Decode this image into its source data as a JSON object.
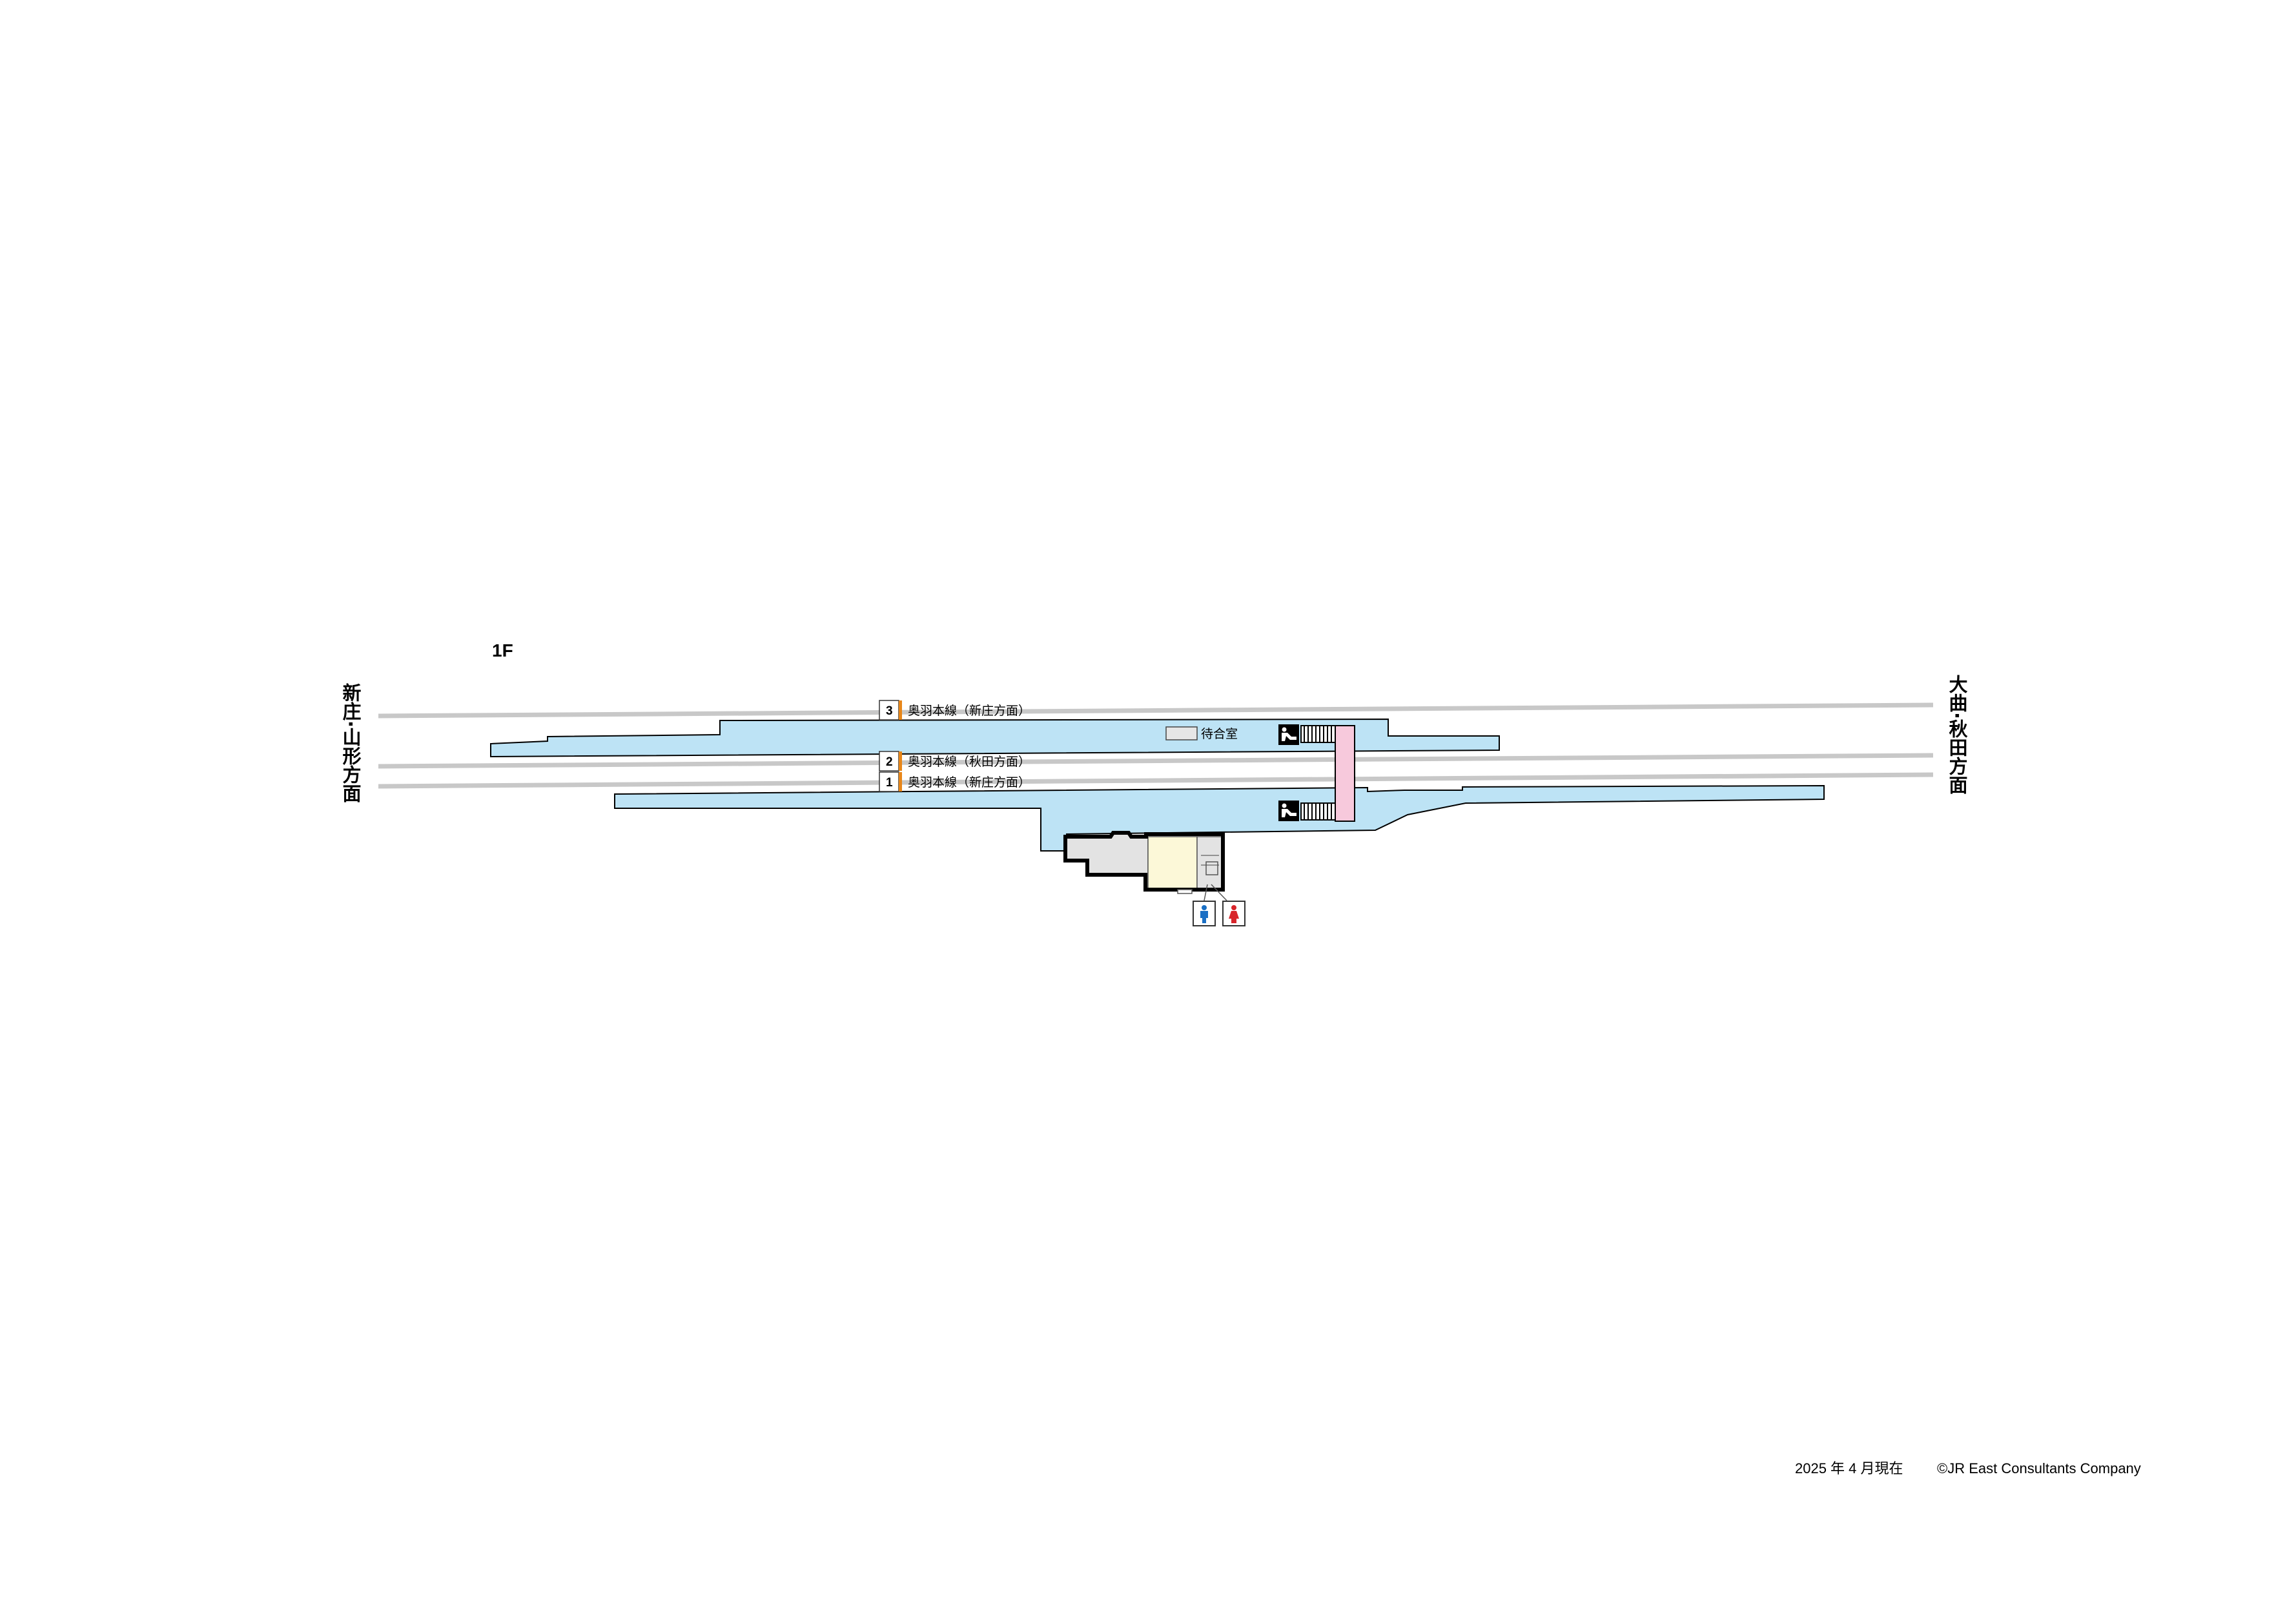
{
  "floor_label": "1F",
  "directions": {
    "left": "新庄·山形方面",
    "right": "大曲·秋田方面"
  },
  "platforms": [
    {
      "number": "3",
      "label": "奥羽本線（新庄方面）"
    },
    {
      "number": "2",
      "label": "奥羽本線（秋田方面）"
    },
    {
      "number": "1",
      "label": "奥羽本線（新庄方面）"
    }
  ],
  "facilities": {
    "waiting_room": "待合室",
    "escalator_icon": "escalator-icon",
    "restroom_men_icon": "restroom-men-icon",
    "restroom_women_icon": "restroom-women-icon"
  },
  "footer": {
    "date": "2025 年 4 月現在",
    "copyright": "©JR East Consultants Company"
  },
  "colors": {
    "platform": "#bde3f5",
    "footbridge": "#f7c9dc",
    "track": "#c8c8c8",
    "platform_number_bar": "#e8871a",
    "building_gray": "#e3e3e3",
    "building_cream": "#fcf8d8",
    "men_icon": "#1a6fc4",
    "women_icon": "#d8252b"
  }
}
